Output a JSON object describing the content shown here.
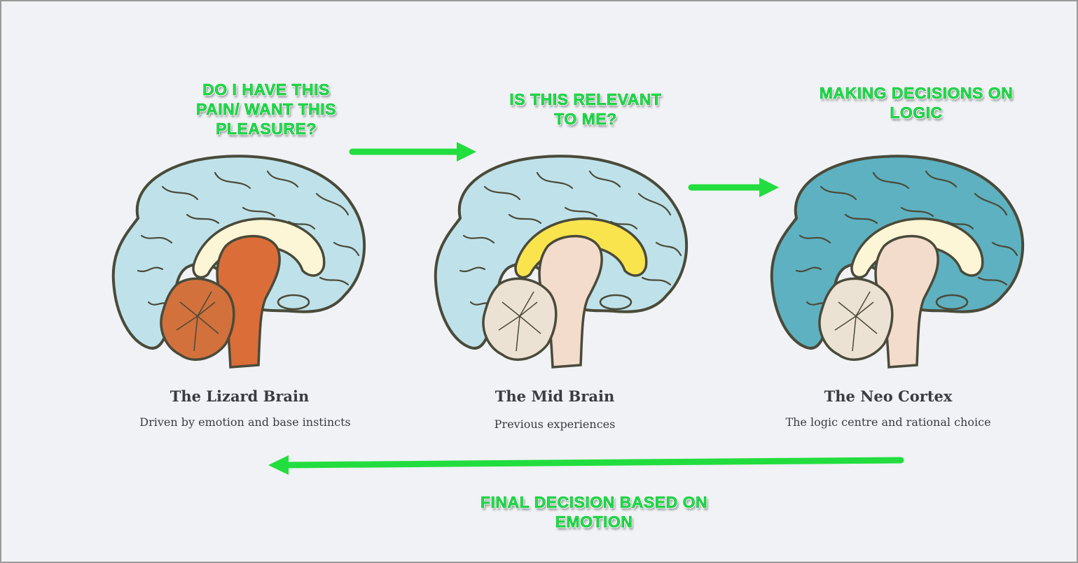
{
  "callouts": {
    "lizard": "DO I HAVE THIS PAIN/ WANT THIS PLEASURE?",
    "mid": "IS THIS RELEVANT TO ME?",
    "neo": "MAKING DECISIONS ON LOGIC",
    "final": "FINAL DECISION BASED ON EMOTION"
  },
  "brains": [
    {
      "title": "The Lizard Brain",
      "description": "Driven by emotion and base instincts",
      "highlight": "brainstem",
      "cortex_color": "#bfe2ea",
      "stem_color": "#db6d38",
      "cerebellum_color": "#d2713c",
      "corpus_color": "#fcf6d6"
    },
    {
      "title": "The Mid Brain",
      "description": "Previous experiences",
      "highlight": "midbrain",
      "cortex_color": "#bfe2ea",
      "stem_color": "#f3dccb",
      "cerebellum_color": "#ece2d4",
      "corpus_color": "#fae44e"
    },
    {
      "title": "The Neo Cortex",
      "description": "The logic centre and rational choice",
      "highlight": "cortex",
      "cortex_color": "#5eb1c0",
      "stem_color": "#f3dccb",
      "cerebellum_color": "#ece2d4",
      "corpus_color": "#fcf6d6"
    }
  ],
  "colors": {
    "arrow": "#22dd3e",
    "callout_text": "#1ee04a",
    "outline": "#4a4a3a"
  }
}
